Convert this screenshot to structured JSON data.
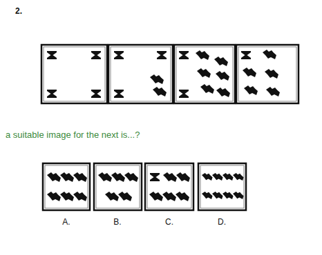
{
  "diagram": {
    "labels": [
      "2.",
      "a suitable image for the next is...?",
      "A.",
      "B.",
      "C.",
      "D."
    ]
  }
}
